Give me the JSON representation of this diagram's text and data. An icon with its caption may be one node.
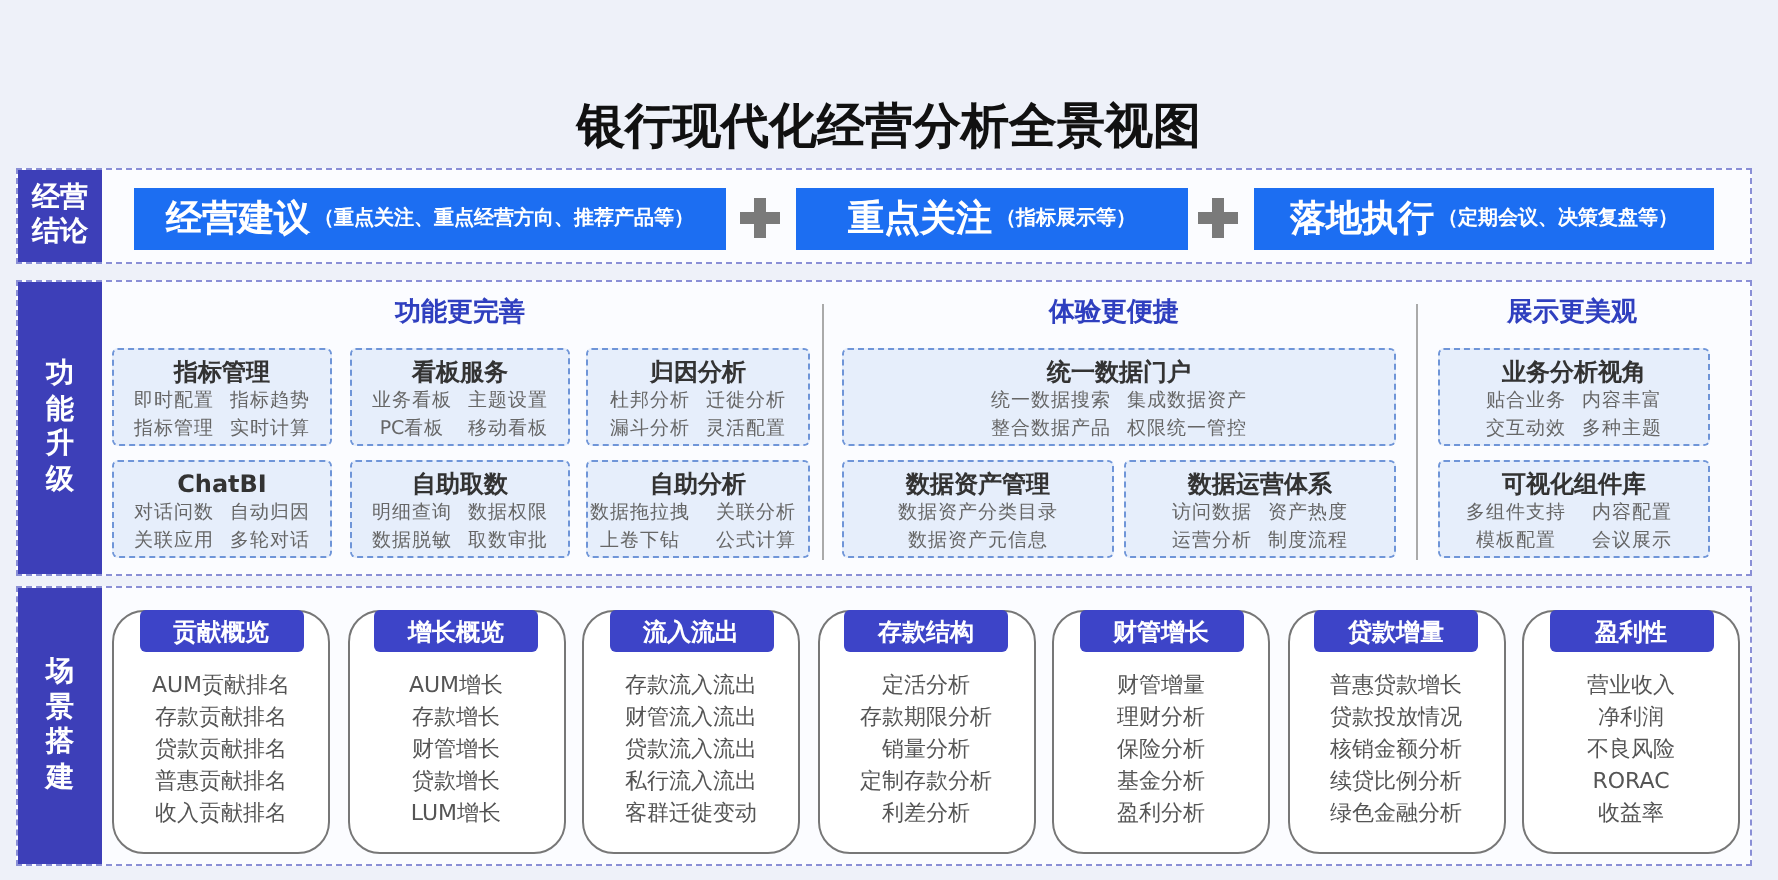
{
  "diagram": {
    "title": "银行现代化经营分析全景视图",
    "nodes": [
      {
        "text": [
          "经营结论"
        ]
      },
      {
        "text": [
          "经营建议",
          "（重点关注、重点经营方向、推荐产品等）"
        ],
        "in": 0
      },
      {
        "text": [
          "重点关注",
          "（指标展示等）"
        ],
        "in": 0
      },
      {
        "text": [
          "落地执行",
          "（定期会议、决策复盘等）"
        ],
        "in": 0
      },
      {
        "text": [
          "功能升级"
        ]
      },
      {
        "text": [
          "指标管理",
          "即时配置",
          "指标趋势",
          "指标管理",
          "实时计算"
        ],
        "in": 4
      },
      {
        "text": [
          "看板服务",
          "业务看板",
          "主题设置",
          "PC看板",
          "移动看板"
        ],
        "in": 4
      },
      {
        "text": [
          "归因分析",
          "杜邦分析",
          "迁徙分析",
          "漏斗分析",
          "灵活配置"
        ],
        "in": 4
      },
      {
        "text": [
          "ChatBI",
          "对话问数",
          "自动归因",
          "关联应用",
          "多轮对话"
        ],
        "in": 4
      },
      {
        "text": [
          "自助取数",
          "明细查询",
          "数据权限",
          "数据脱敏",
          "取数审批"
        ],
        "in": 4
      },
      {
        "text": [
          "自助分析",
          "数据拖拉拽",
          "关联分析",
          "上卷下钻",
          "公式计算"
        ],
        "in": 4
      },
      {
        "text": [
          "统一数据门户",
          "统一数据搜索",
          "集成数据资产",
          "整合数据产品",
          "权限统一管控"
        ],
        "in": 4
      },
      {
        "text": [
          "数据资产管理",
          "数据资产分类目录",
          "数据资产元信息"
        ],
        "in": 4
      },
      {
        "text": [
          "数据运营体系",
          "访问数据",
          "资产热度",
          "运营分析",
          "制度流程"
        ],
        "in": 4
      },
      {
        "text": [
          "业务分析视角",
          "贴合业务",
          "内容丰富",
          "交互动效",
          "多种主题"
        ],
        "in": 4
      },
      {
        "text": [
          "可视化组件库",
          "多组件支持",
          "内容配置",
          "模板配置",
          "会议展示"
        ],
        "in": 4
      },
      {
        "text": [
          "场景搭建"
        ]
      },
      {
        "text": [
          "贡献概览",
          "AUM贡献排名",
          "存款贡献排名",
          "贷款贡献排名",
          "普惠贡献排名",
          "收入贡献排名"
        ],
        "in": 16
      },
      {
        "text": [
          "增长概览",
          "AUM增长",
          "存款增长",
          "财管增长",
          "贷款增长",
          "LUM增长"
        ],
        "in": 16
      },
      {
        "text": [
          "流入流出",
          "存款流入流出",
          "财管流入流出",
          "贷款流入流出",
          "私行流入流出",
          "客群迁徙变动"
        ],
        "in": 16
      },
      {
        "text": [
          "存款结构",
          "定活分析",
          "存款期限分析",
          "销量分析",
          "定制存款分析",
          "利差分析"
        ],
        "in": 16
      },
      {
        "text": [
          "财管增长",
          "财管增量",
          "理财分析",
          "保险分析",
          "基金分析",
          "盈利分析"
        ],
        "in": 16
      },
      {
        "text": [
          "贷款增量",
          "普惠贷款增长",
          "贷款投放情况",
          "核销金额分析",
          "续贷比例分析",
          "绿色金融分析"
        ],
        "in": 16
      },
      {
        "text": [
          "盈利性",
          "营业收入",
          "净利润",
          "不良风险",
          "RORAC",
          "收益率"
        ],
        "in": 16
      }
    ],
    "labels": [
      "功能更完善",
      "体验更便捷",
      "展示更美观"
    ]
  }
}
